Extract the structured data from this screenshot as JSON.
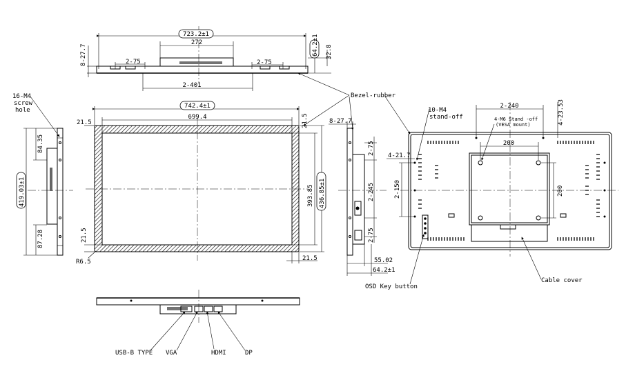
{
  "top_view": {
    "overall_width": "723.2±1",
    "connector_span": "272",
    "bottom_span": "2-401",
    "hole_pitch_left": "2-75",
    "hole_pitch_right": "2-75",
    "side_offset": "8-27.7",
    "depth_total": "64.2±1",
    "depth_body": "32.8"
  },
  "front_view": {
    "overall_width": "742.4±1",
    "active_width": "699.4",
    "active_height": "393.85",
    "overall_height": "436.85±1",
    "border_top_left": "21.5",
    "border_top_right": "21.5",
    "border_bottom_left": "21.5",
    "border_bottom_right": "21.5",
    "corner_radius": "R6.5"
  },
  "left_view": {
    "screw_label_line1": "16-M4",
    "screw_label_line2": "screw",
    "screw_label_line3": "hole",
    "overall_height": "419.03±1",
    "top_offset": "84.35",
    "bottom_offset": "87.28"
  },
  "right_side_view": {
    "side_offset": "8-27.7",
    "pitch_top": "2-75",
    "pitch_mid": "2-245",
    "pitch_bottom": "2-75",
    "depth_body": "55.02",
    "depth_total": "64.2±1"
  },
  "rear_view": {
    "standoff_line1": "10-M4",
    "standoff_line2": "stand-off",
    "vesa_line1": "4-M6 Stand -off",
    "vesa_line2": "(VESA mount)",
    "top_pitch": "2-240",
    "top_offset": "4-23.53",
    "vesa_width": "200",
    "vesa_height": "200",
    "left_offset": "4-21.7",
    "left_pitch": "2-150"
  },
  "callouts": {
    "bezel_rubber": "Bezel-rubber",
    "osd_key": "OSD Key button",
    "cable_cover": "Cable cover"
  },
  "ports": {
    "usb": "USB-B TYPE",
    "vga": "VGA",
    "hdmi": "HDMI",
    "dp": "DP"
  }
}
